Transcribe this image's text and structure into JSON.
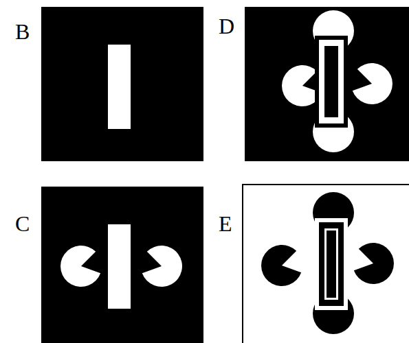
{
  "diagram": {
    "labels": [
      "B",
      "D",
      "C",
      "E"
    ]
  }
}
